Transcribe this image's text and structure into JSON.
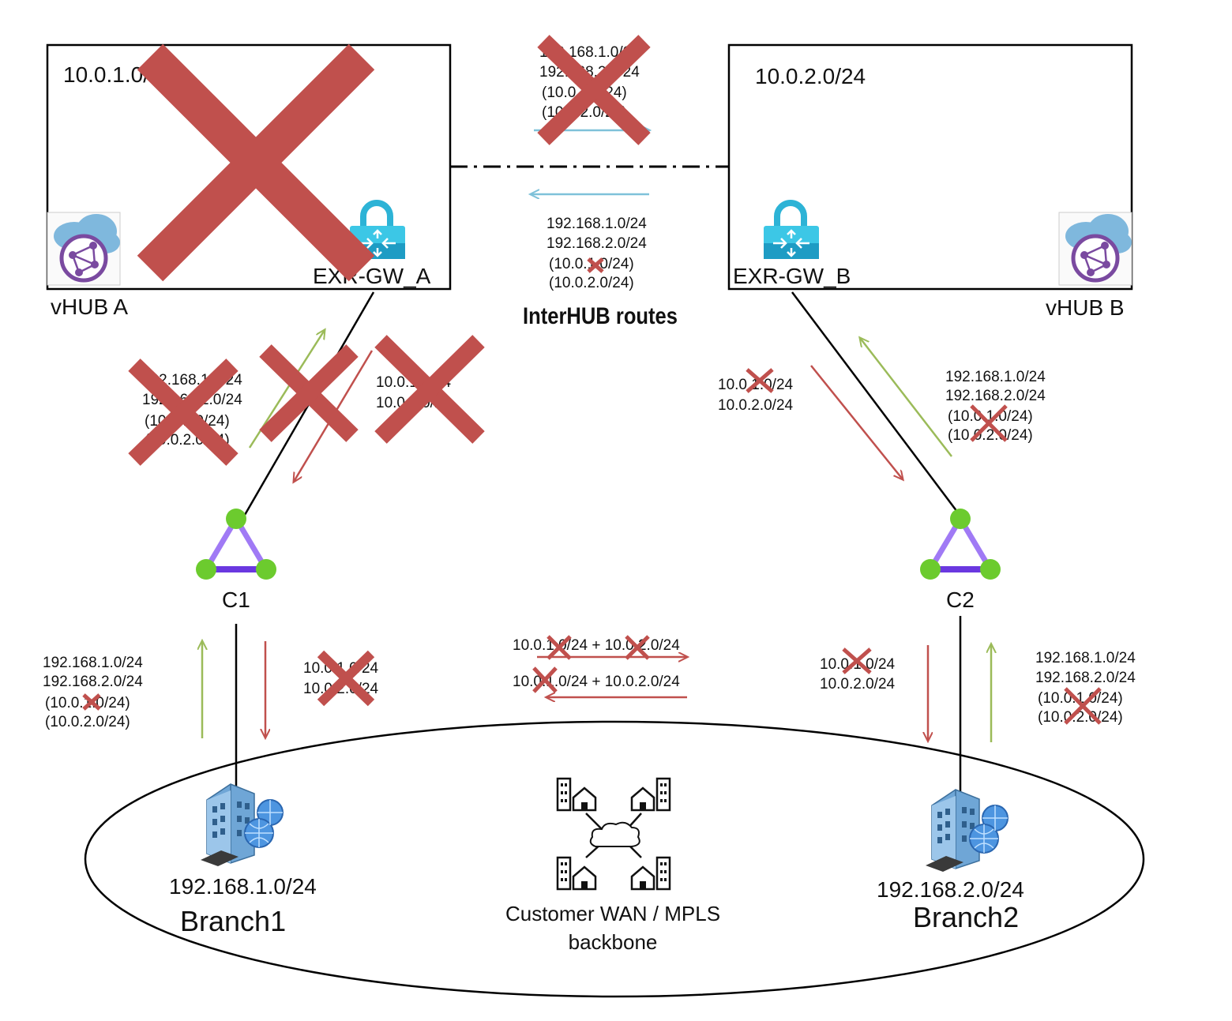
{
  "colors": {
    "red": "#c0504d",
    "green": "#9bbb59",
    "blue": "#7fc1d9",
    "black": "#000000",
    "cloud_blue": "#7fb8dd",
    "gateway_cyan": "#32c4e0",
    "circuit_purple": "#8a5cf0",
    "circuit_green": "#6ccb2e"
  },
  "hub_a": {
    "label": "vHUB A",
    "prefix": "10.0.1.0/24",
    "gateway": "EXR-GW_A",
    "icon": "virtual-wan-hub-icon",
    "gateway_icon": "expressroute-gateway-icon"
  },
  "hub_b": {
    "label": "vHUB B",
    "prefix": "10.0.2.0/24",
    "gateway": "EXR-GW_B",
    "icon": "virtual-wan-hub-icon",
    "gateway_icon": "expressroute-gateway-icon"
  },
  "interhub": {
    "title": "InterHUB routes",
    "top_routes": [
      "192.168.1.0/24",
      "192.168.2.0/24",
      "(10.0.1.0/24)",
      "(10.0.2.0/24)"
    ],
    "bottom_routes": [
      "192.168.1.0/24",
      "192.168.2.0/24",
      "(10.0.1.0/24)",
      "(10.0.2.0/24)"
    ]
  },
  "circuits": {
    "c1": "C1",
    "c2": "C2",
    "icon": "expressroute-circuit-icon"
  },
  "routes": {
    "c1_up": [
      "192.168.1.0/24",
      "192.168.2.0/24",
      "(10.0.1.0/24)",
      "(10.0.2.0/24)"
    ],
    "c1_down": [
      "10.0.1.0/24",
      "10.0.2.0/24"
    ],
    "c2_down": [
      "10.0.1.0/24",
      "10.0.2.0/24"
    ],
    "c2_up": [
      "192.168.1.0/24",
      "192.168.2.0/24",
      "(10.0.1.0/24)",
      "(10.0.2.0/24)"
    ],
    "br1_up": [
      "192.168.1.0/24",
      "192.168.2.0/24",
      "(10.0.1.0/24)",
      "(10.0.2.0/24)"
    ],
    "br1_down": [
      "10.0.1.0/24",
      "10.0.2.0/24"
    ],
    "br2_down": [
      "10.0.1.0/24",
      "10.0.2.0/24"
    ],
    "br2_up": [
      "192.168.1.0/24",
      "192.168.2.0/24",
      "(10.0.1.0/24)",
      "(10.0.2.0/24)"
    ],
    "wan_right": "10.0.1.0/24 + 10.0.2.0/24",
    "wan_left": "10.0.1.0/24 + 10.0.2.0/24"
  },
  "branch1": {
    "prefix": "192.168.1.0/24",
    "name": "Branch1",
    "icon": "branch-building-icon"
  },
  "branch2": {
    "prefix": "192.168.2.0/24",
    "name": "Branch2",
    "icon": "branch-building-icon"
  },
  "wan": {
    "line1": "Customer WAN / MPLS",
    "line2": "backbone",
    "icon": "wan-network-icon"
  }
}
